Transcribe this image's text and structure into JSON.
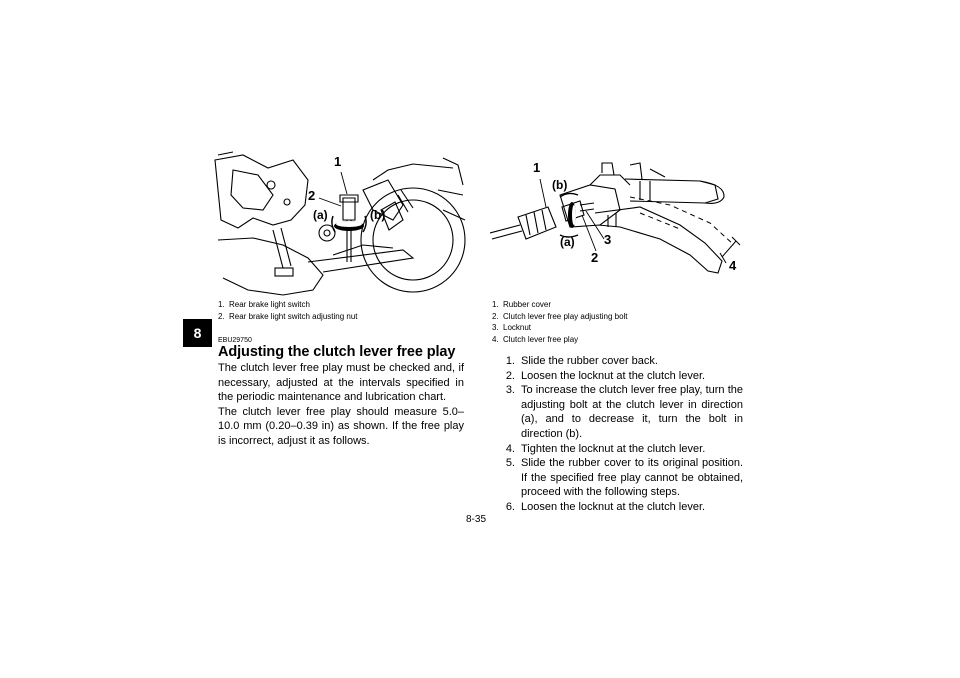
{
  "chapter_tab": "8",
  "left_figure": {
    "callouts": {
      "c1": "1",
      "c2": "2",
      "ca": "(a)",
      "cb": "(b)"
    },
    "caption": [
      {
        "num": "1.",
        "text": "Rear brake light switch"
      },
      {
        "num": "2.",
        "text": "Rear brake light switch adjusting nut"
      }
    ]
  },
  "right_figure": {
    "callouts": {
      "c1": "1",
      "cb": "(b)",
      "ca": "(a)",
      "c3": "3",
      "c2": "2",
      "c4": "4"
    },
    "caption": [
      {
        "num": "1.",
        "text": "Rubber cover"
      },
      {
        "num": "2.",
        "text": "Clutch lever free play adjusting bolt"
      },
      {
        "num": "3.",
        "text": "Locknut"
      },
      {
        "num": "4.",
        "text": "Clutch lever free play"
      }
    ]
  },
  "section": {
    "doc_code": "EBU29750",
    "heading": "Adjusting the clutch lever free play",
    "paragraphs": [
      "The clutch lever free play must be checked and, if necessary, adjusted at the intervals specified in the periodic maintenance and lubrication chart.",
      "The clutch lever free play should measure 5.0–10.0 mm (0.20–0.39 in) as shown. If the free play is incorrect, adjust it as follows."
    ]
  },
  "steps": [
    {
      "num": "1.",
      "text": "Slide the rubber cover back."
    },
    {
      "num": "2.",
      "text": "Loosen the locknut at the clutch lever."
    },
    {
      "num": "3.",
      "text": "To increase the clutch lever free play, turn the adjusting bolt at the clutch lever in direction (a), and to decrease it, turn the bolt in direction (b)."
    },
    {
      "num": "4.",
      "text": "Tighten the locknut at the clutch lever."
    },
    {
      "num": "5.",
      "text": "Slide the rubber cover to its original position. If the specified free play cannot be obtained, proceed with the following steps."
    },
    {
      "num": "6.",
      "text": "Loosen the locknut at the clutch lever."
    }
  ],
  "page_number": "8-35"
}
